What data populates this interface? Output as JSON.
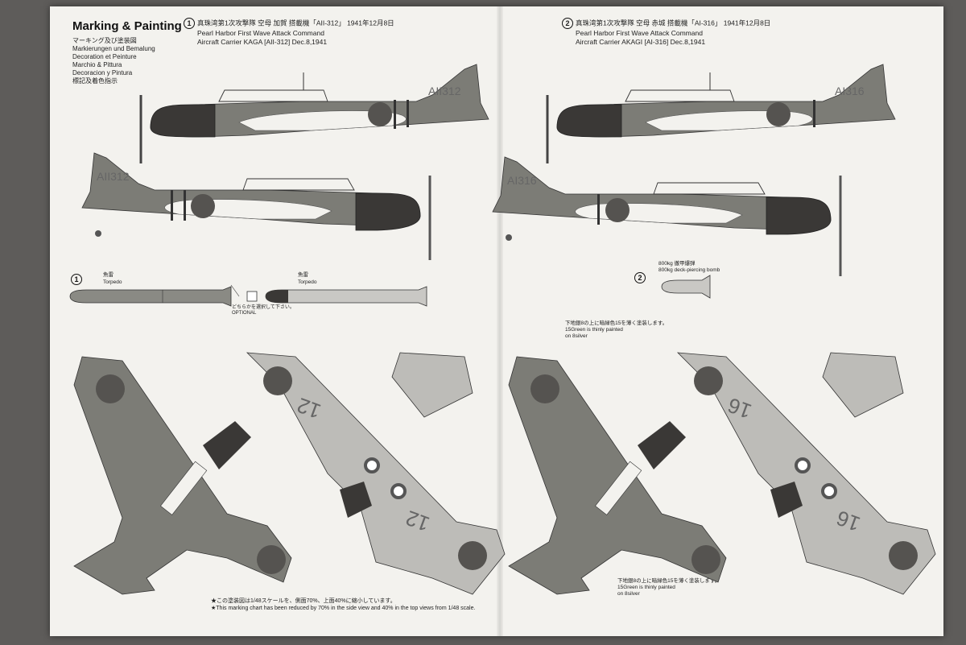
{
  "sheet": {
    "title": "Marking & Painting",
    "languages": [
      "マーキング及び塗装図",
      "Markierungen und Bemalung",
      "Decoration et Peinture",
      "Marchio & Pittura",
      "Decoracion y Pintura",
      "標記及着色指示"
    ]
  },
  "scheme1": {
    "number": "1",
    "line_jp": "真珠湾第1次攻撃隊 空母 加賀 搭載機「AII-312」 1941年12月8日",
    "line_en1": "Pearl Harbor First Wave Attack Command",
    "line_en2": "Aircraft Carrier KAGA [AII-312] Dec.8,1941",
    "tail_code": "AII312",
    "wing_number": "12",
    "torpedo_jp": "魚雷",
    "torpedo_en": "Torpedo",
    "option_jp": "どちらかを選択して下さい。",
    "option_en": "OPTIONAL"
  },
  "scheme2": {
    "number": "2",
    "line_jp": "真珠湾第1次攻撃隊 空母 赤城 搭載機「AI-316」 1941年12月8日",
    "line_en1": "Pearl Harbor First Wave Attack Command",
    "line_en2": "Aircraft Carrier AKAGI [AI-316] Dec.8,1941",
    "tail_code": "AI316",
    "wing_number": "16",
    "bomb_jp": "800kg 徹甲爆弾",
    "bomb_en": "800kg deck-piercing bomb",
    "paint_note_jp": "下地銀8の上に暗緑色15を薄く塗装します。",
    "paint_note_en1": "15Green is thinly painted",
    "paint_note_en2": "on 8silver"
  },
  "footnote": {
    "jp": "★この塗装図は1/48スケールを、側面70%、上面40%に縮小しています。",
    "en": "★This marking chart has been reduced by 70% in the side view and 40% in the top views from 1/48 scale."
  },
  "colors": {
    "paper": "#f3f2ee",
    "green": "#7a7a74",
    "cowl": "#3a3836",
    "silver": "#bdbcb8",
    "hinomaru": "#555350"
  }
}
